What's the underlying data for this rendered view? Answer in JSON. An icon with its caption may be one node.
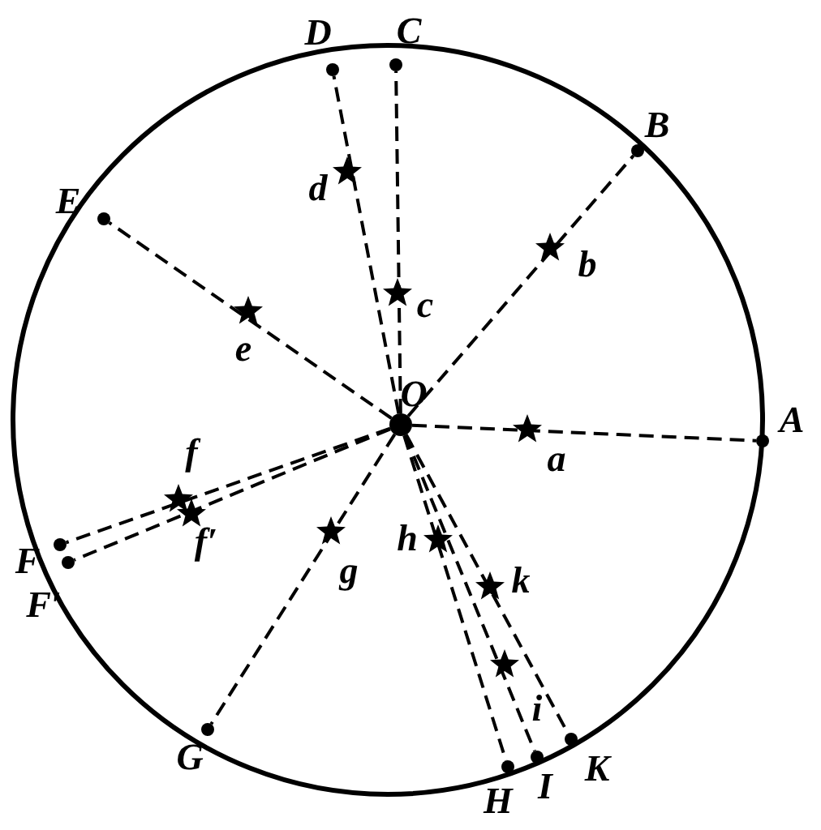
{
  "diagram": {
    "nodes": [
      {
        "text": [],
        "shape": "circle",
        "beside": [
          "O"
        ]
      },
      {
        "text": [],
        "shape": "circle",
        "beside": [
          "A"
        ]
      },
      {
        "text": [],
        "shape": "circle",
        "beside": [
          "B"
        ]
      },
      {
        "text": [],
        "shape": "circle",
        "beside": [
          "C"
        ]
      },
      {
        "text": [],
        "shape": "circle",
        "beside": [
          "D"
        ]
      },
      {
        "text": [],
        "shape": "circle",
        "beside": [
          "E"
        ]
      },
      {
        "text": [],
        "shape": "circle",
        "beside": [
          "F"
        ]
      },
      {
        "text": [],
        "shape": "circle",
        "beside": [
          "F′"
        ]
      },
      {
        "text": [],
        "shape": "circle",
        "beside": [
          "G"
        ]
      },
      {
        "text": [],
        "shape": "circle",
        "beside": [
          "H"
        ]
      },
      {
        "text": [],
        "shape": "circle",
        "beside": [
          "I"
        ]
      },
      {
        "text": [],
        "shape": "circle",
        "beside": [
          "K"
        ]
      }
    ],
    "edges": [
      {
        "from": 0,
        "to": 1,
        "arrow": "none",
        "style": "dashed"
      },
      {
        "from": 0,
        "to": 2,
        "arrow": "none",
        "style": "dashed"
      },
      {
        "from": 0,
        "to": 3,
        "arrow": "none",
        "style": "dashed"
      },
      {
        "from": 0,
        "to": 4,
        "arrow": "none",
        "style": "dashed"
      },
      {
        "from": 0,
        "to": 5,
        "arrow": "none",
        "style": "dashed"
      },
      {
        "from": 0,
        "to": 6,
        "arrow": "none",
        "style": "dashed"
      },
      {
        "from": 0,
        "to": 7,
        "arrow": "none",
        "style": "dashed"
      },
      {
        "from": 0,
        "to": 8,
        "arrow": "none",
        "style": "dashed"
      },
      {
        "from": 0,
        "to": 9,
        "arrow": "none",
        "style": "dashed"
      },
      {
        "from": 0,
        "to": 10,
        "arrow": "none",
        "style": "dashed"
      },
      {
        "from": 0,
        "to": 11,
        "arrow": "none",
        "style": "dashed"
      }
    ],
    "labels": [
      "d",
      "b",
      "c",
      "e",
      "a",
      "f",
      "f′",
      "g",
      "h",
      "k",
      "i"
    ]
  }
}
